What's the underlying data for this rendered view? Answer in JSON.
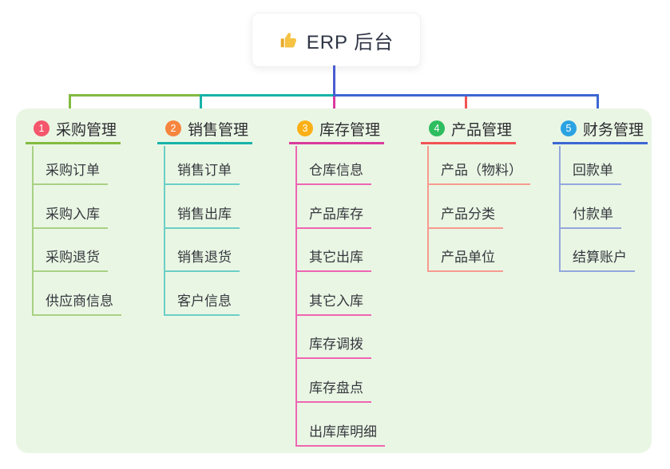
{
  "root": {
    "title": "ERP 后台",
    "icon": "thumbs-up-icon",
    "icon_color": "#f5c242",
    "icon_cuff_color": "#e8a928",
    "line_color": "#4a5cd0"
  },
  "panel": {
    "background": "#eaf6e4"
  },
  "branches": [
    {
      "number": "1",
      "title": "采购管理",
      "badge_color": "#f4566c",
      "main_color": "#82bb41",
      "light_color": "#a8d183",
      "children": [
        "采购订单",
        "采购入库",
        "采购退货",
        "供应商信息"
      ]
    },
    {
      "number": "2",
      "title": "销售管理",
      "badge_color": "#f6853e",
      "main_color": "#17b3a8",
      "light_color": "#6bcfc6",
      "children": [
        "销售订单",
        "销售出库",
        "销售退货",
        "客户信息"
      ]
    },
    {
      "number": "3",
      "title": "库存管理",
      "badge_color": "#fbb017",
      "main_color": "#d93a9c",
      "light_color": "#ee66b1",
      "children": [
        "仓库信息",
        "产品库存",
        "其它出库",
        "其它入库",
        "库存调拨",
        "库存盘点",
        "出库库明细"
      ]
    },
    {
      "number": "4",
      "title": "产品管理",
      "badge_color": "#2ebd5f",
      "main_color": "#f25353",
      "light_color": "#f79a90",
      "children": [
        "产品（物料）",
        "产品分类",
        "产品单位"
      ]
    },
    {
      "number": "5",
      "title": "财务管理",
      "badge_color": "#2ba3e3",
      "main_color": "#3c67d2",
      "light_color": "#93a7dc",
      "children": [
        "回款单",
        "付款单",
        "结算账户"
      ]
    }
  ]
}
